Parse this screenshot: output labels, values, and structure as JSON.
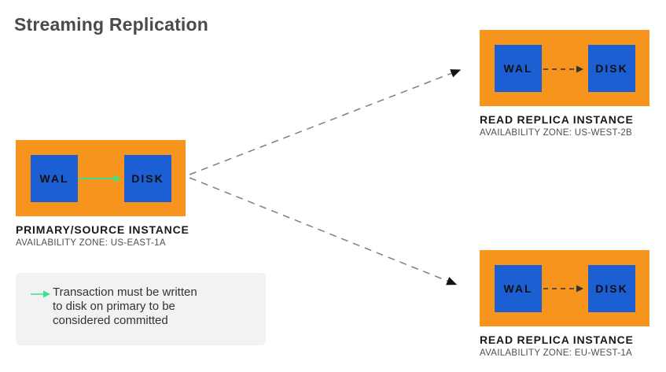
{
  "title": "Streaming Replication",
  "colors": {
    "instance_orange": "#F7941D",
    "node_blue": "#1B5FD2",
    "green_arrow": "#3FE08C",
    "long_dash_gray": "#7f7f7f",
    "arrowhead_black": "#111111",
    "replica_dash_dark": "#333333",
    "legend_bg": "#F2F2F2"
  },
  "instances": {
    "primary": {
      "wal": "WAL",
      "disk": "DISK",
      "title": "PRIMARY/SOURCE INSTANCE",
      "zone": "AVAILABILITY ZONE: US-EAST-1A"
    },
    "replica_top": {
      "wal": "WAL",
      "disk": "DISK",
      "title": "READ REPLICA INSTANCE",
      "zone": "AVAILABILITY ZONE: US-WEST-2B"
    },
    "replica_bottom": {
      "wal": "WAL",
      "disk": "DISK",
      "title": "READ REPLICA INSTANCE",
      "zone": "AVAILABILITY ZONE: EU-WEST-1A"
    }
  },
  "legend": {
    "lines": {
      "0": "Transaction must be written",
      "1": "to disk on primary to be",
      "2": "considered committed"
    }
  }
}
